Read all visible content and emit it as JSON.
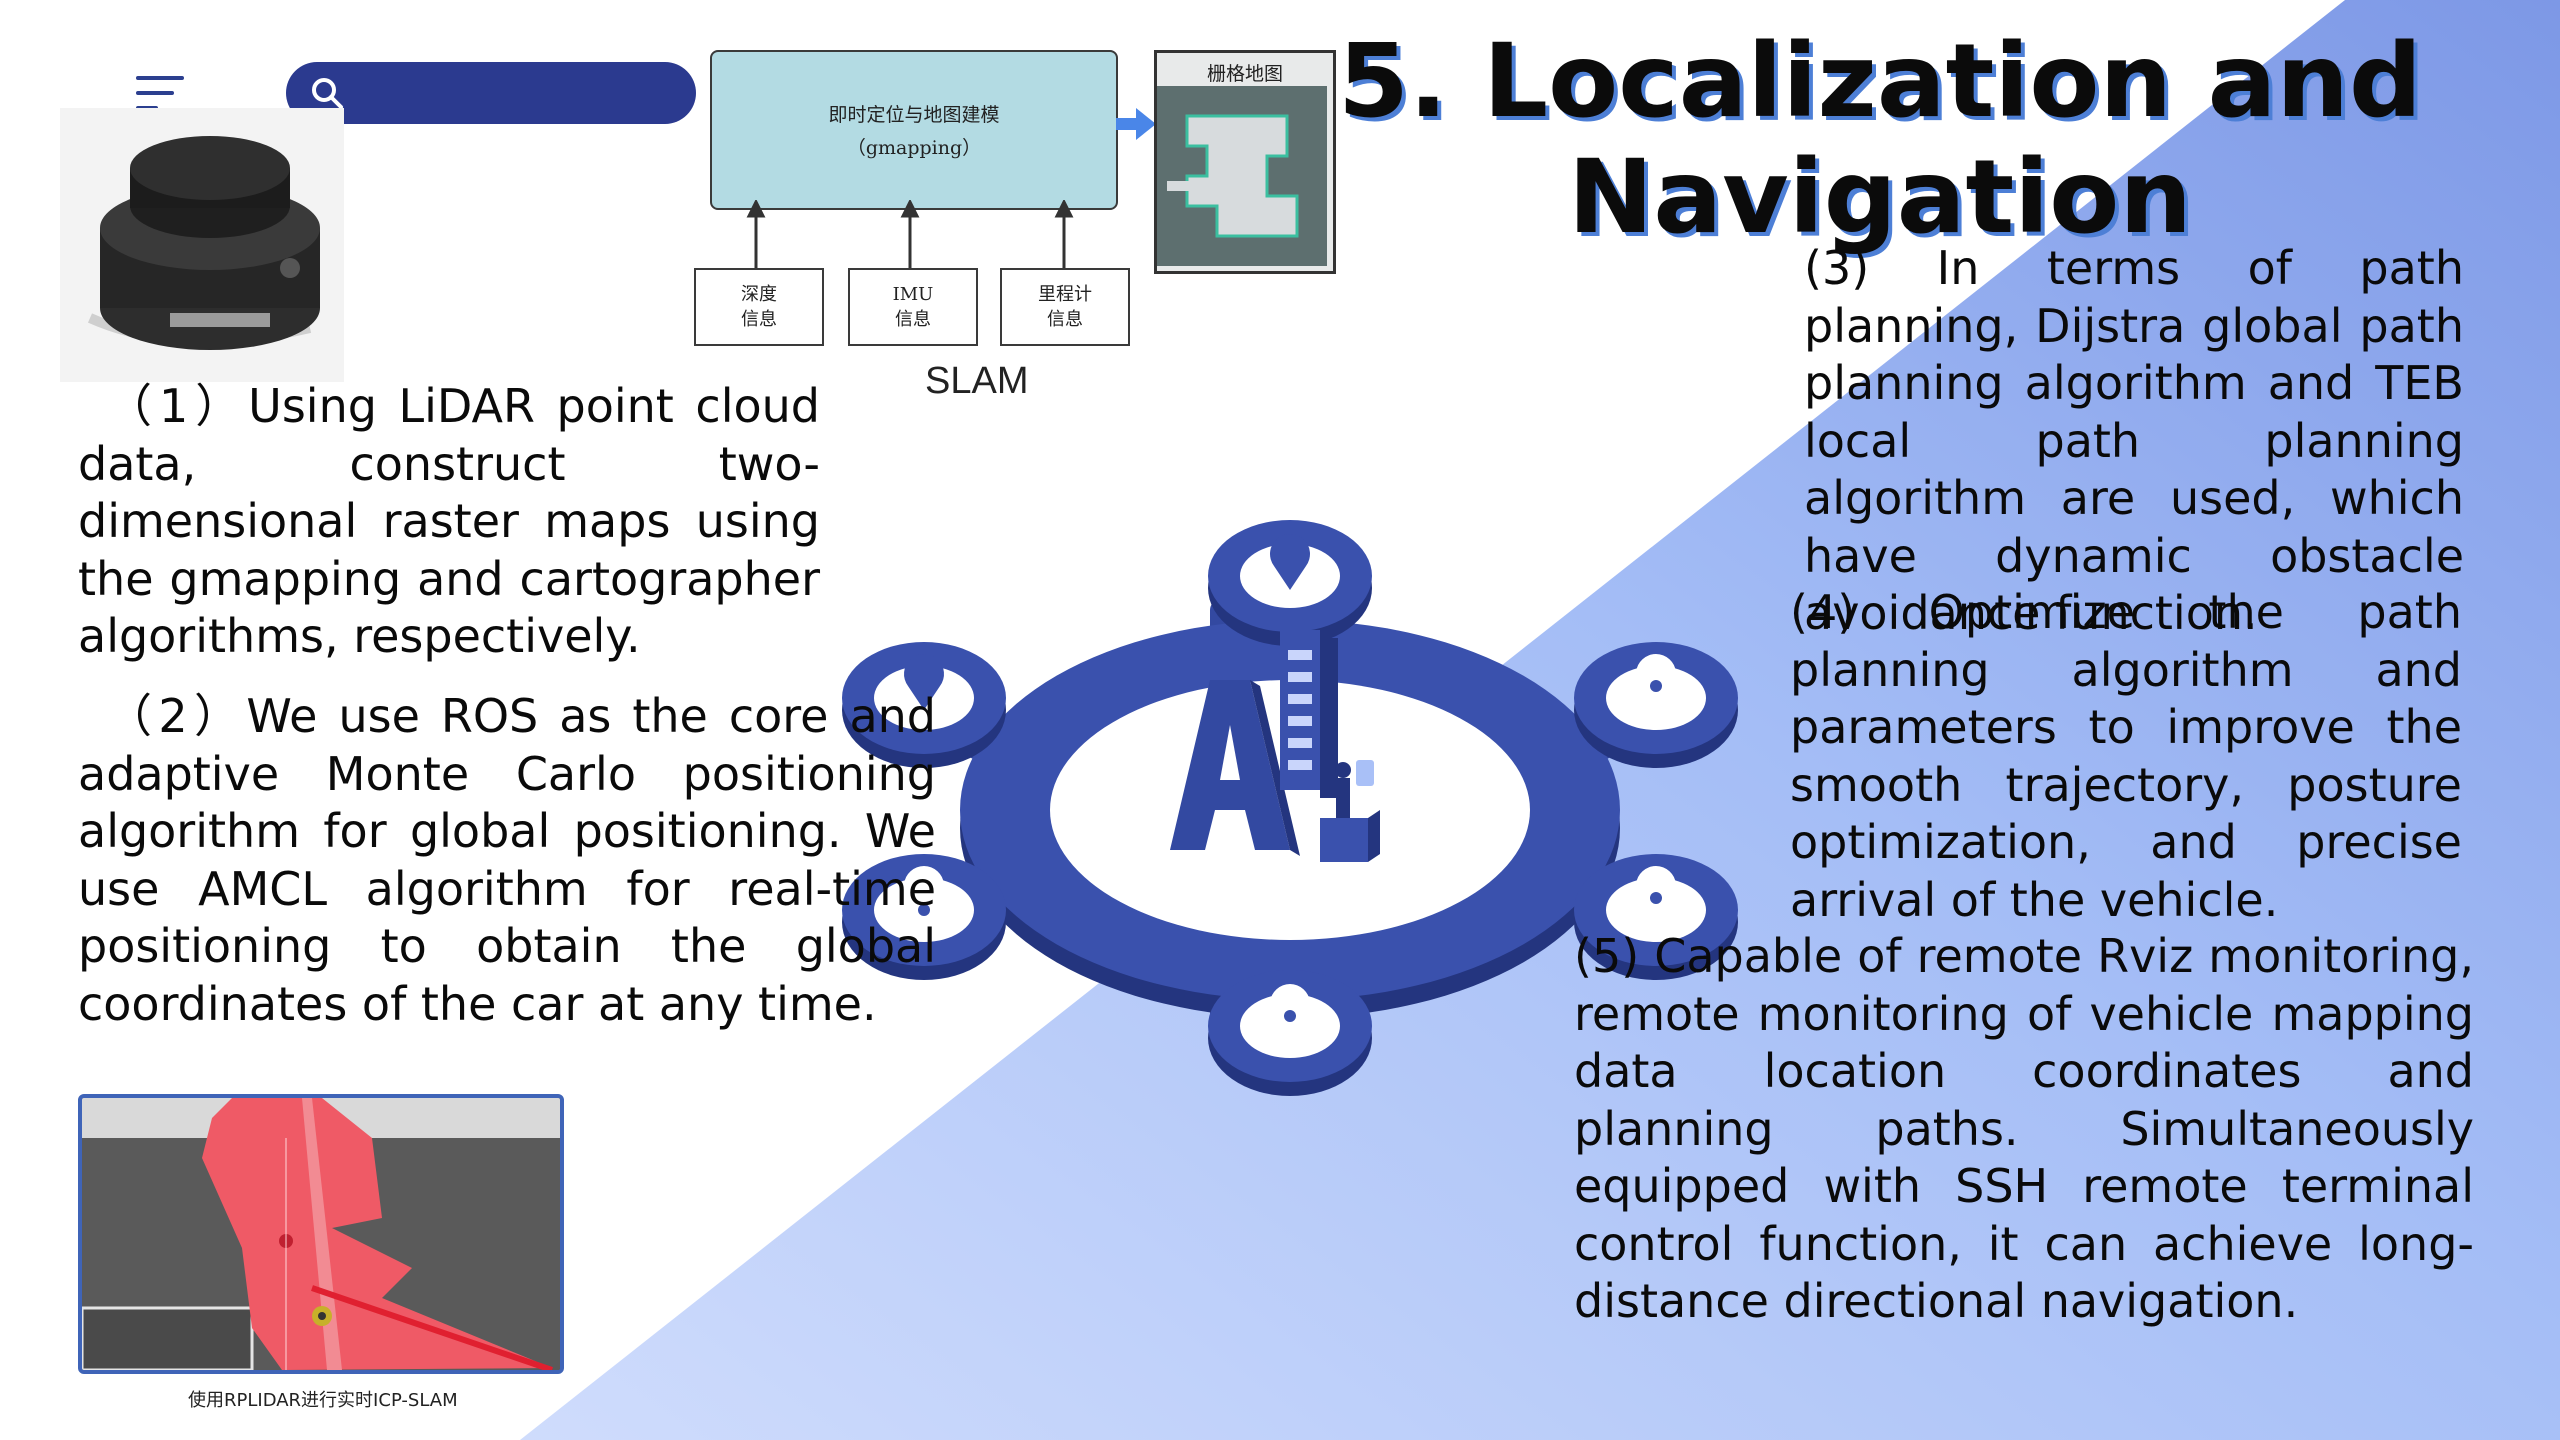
{
  "colors": {
    "navy": "#2b3a8f",
    "hub_blue": "#3349a1",
    "gradient_light": "#c9d9fb",
    "gradient_dark": "#7e9be6",
    "title_shadow": "#4d7fd6"
  },
  "header": {
    "menu_icon": "hamburger-menu-icon",
    "search_icon": "search-icon",
    "search_value": ""
  },
  "title": {
    "line1": "5. Localization and",
    "line2": "Navigation"
  },
  "slam_diagram": {
    "main_box_line1": "即时定位与地图建模",
    "main_box_line2": "（gmapping）",
    "grid_map_label": "栅格地图",
    "inputs": [
      {
        "line1": "深度",
        "line2": "信息"
      },
      {
        "line1": "IMU",
        "line2": "信息"
      },
      {
        "line1": "里程计",
        "line2": "信息"
      }
    ],
    "caption": "SLAM"
  },
  "paragraphs": {
    "p1": "（1）Using LiDAR point cloud data, construct two-dimensional raster maps using the gmapping and cartographer algorithms, respectively.",
    "p2": "（2）We use ROS as the core and adaptive Monte Carlo positioning algorithm for global positioning. We use AMCL algorithm for real-time positioning to obtain the global coordinates of the car at any time.",
    "p3": "(3) In terms of path planning, Dijstra global path planning algorithm and TEB local path planning algorithm are used, which have dynamic obstacle avoidance function.",
    "p4": "(4) Optimize the path planning algorithm and parameters to improve the smooth trajectory, posture optimization, and precise arrival of the vehicle.",
    "p5": "(5) Capable of remote Rviz monitoring, remote monitoring of vehicle mapping data location coordinates and planning paths. Simultaneously equipped with SSH remote terminal control function, it can achieve long-distance directional navigation."
  },
  "icp_screenshot": {
    "caption": "使用RPLIDAR进行实时ICP-SLAM"
  },
  "central_graphic": {
    "letter": "A",
    "pin_icon": "location-pin-icon"
  }
}
